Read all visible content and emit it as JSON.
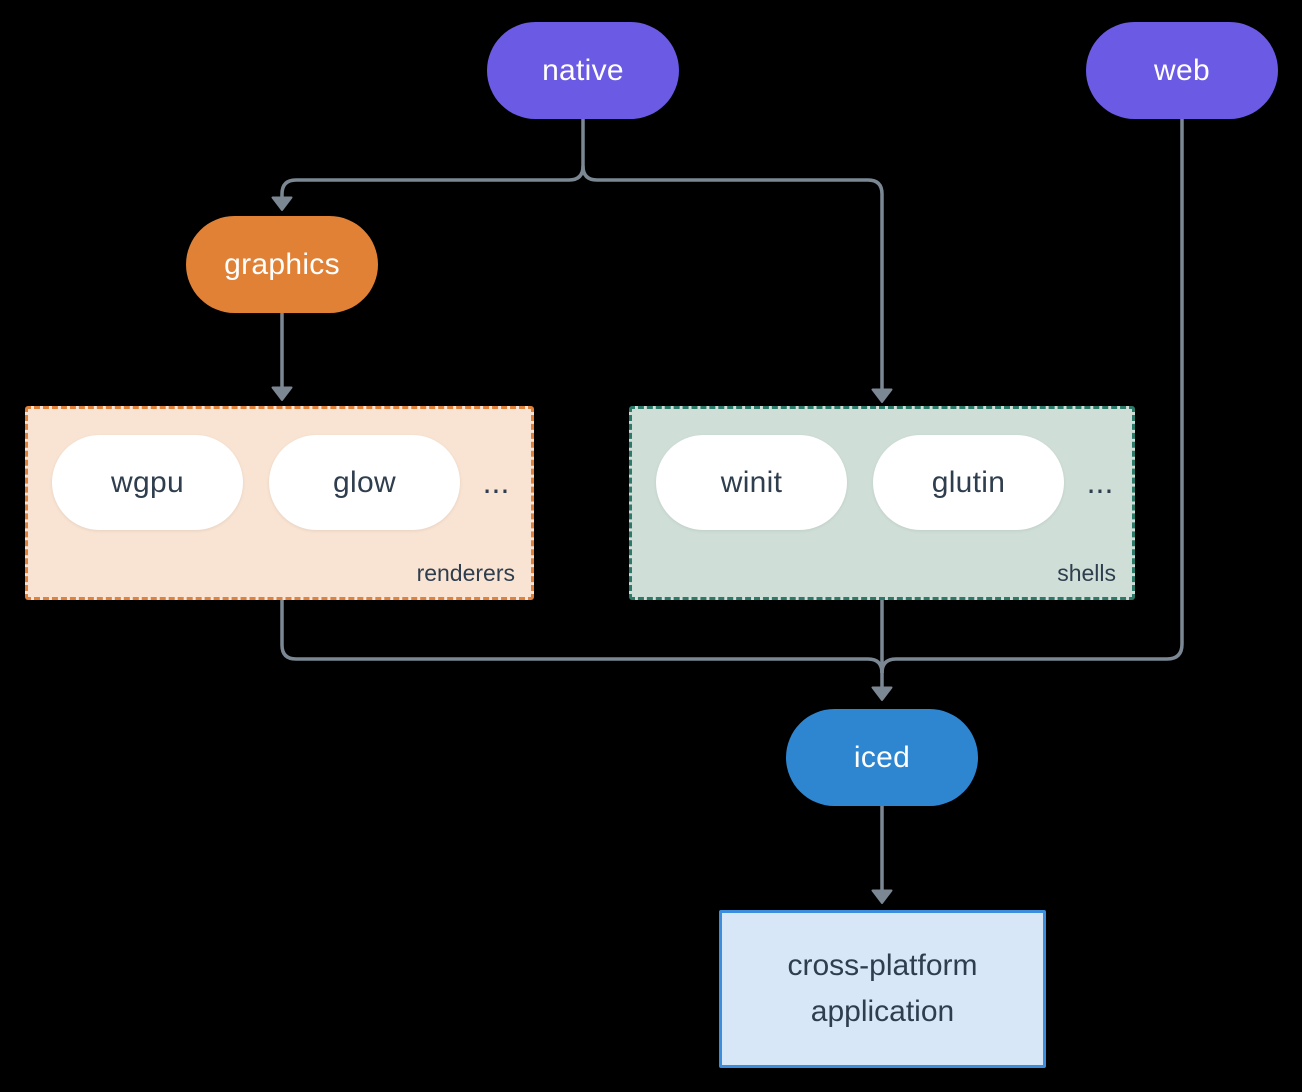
{
  "diagram": {
    "native": {
      "label": "native"
    },
    "web": {
      "label": "web"
    },
    "graphics": {
      "label": "graphics"
    },
    "renderers": {
      "label": "renderers",
      "items": [
        "wgpu",
        "glow"
      ],
      "more": "..."
    },
    "shells": {
      "label": "shells",
      "items": [
        "winit",
        "glutin"
      ],
      "more": "..."
    },
    "iced": {
      "label": "iced"
    },
    "application": {
      "label": "cross-platform application"
    },
    "colors": {
      "background": "#000000",
      "node_purple": "#6a5ae4",
      "node_orange": "#e08136",
      "node_blue": "#2e86d1",
      "item_pill": "#ffffff",
      "renderers_fill": "#f9e3d2",
      "renderers_border": "#e0823c",
      "shells_fill": "#cfdfd7",
      "shells_border": "#2e7a6a",
      "application_fill": "#d7e7f8",
      "application_border": "#3b8ede",
      "edge": "#7b8894",
      "dark_text": "#2f3e4e",
      "light_text": "#ffffff"
    }
  }
}
